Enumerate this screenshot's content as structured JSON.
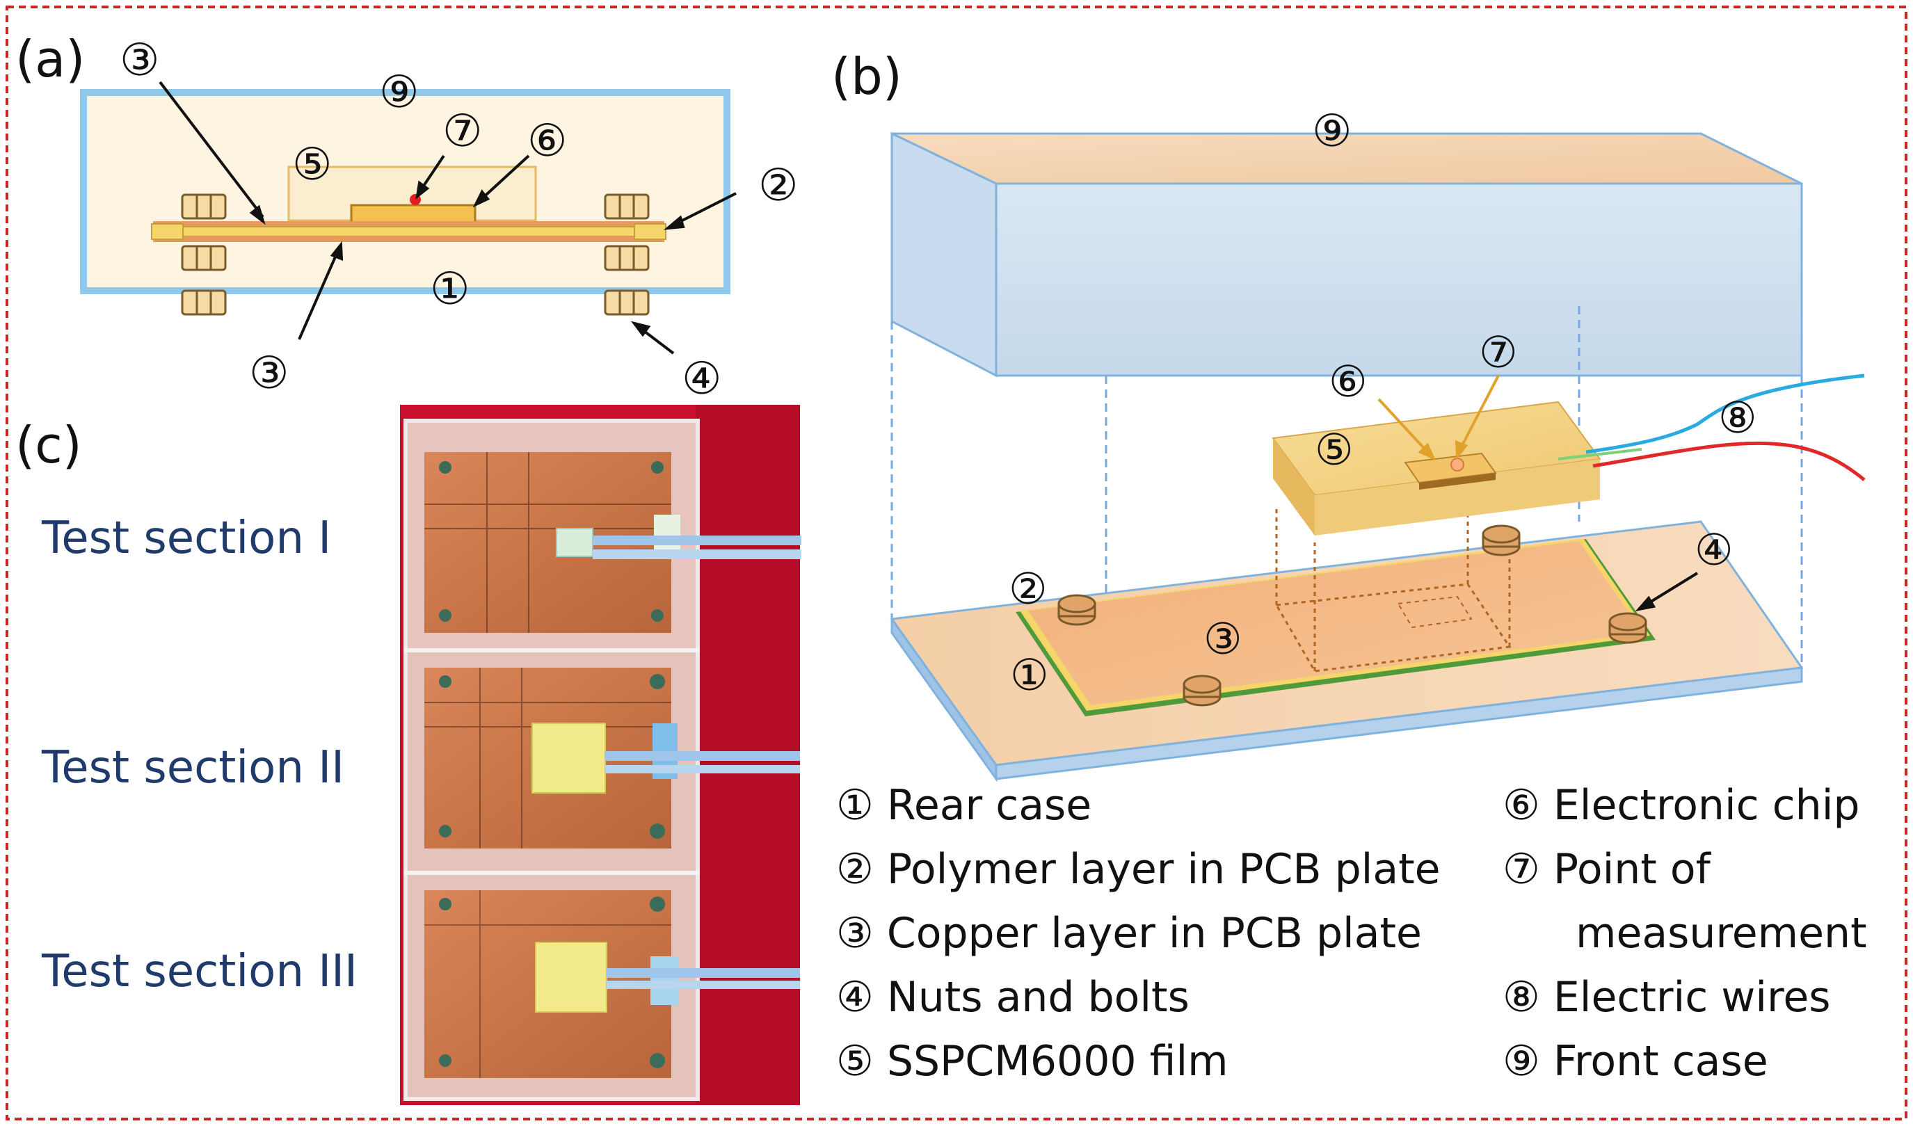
{
  "panels": {
    "a": {
      "label": "(a)"
    },
    "b": {
      "label": "(b)"
    },
    "c": {
      "label": "(c)"
    }
  },
  "markers": {
    "m1": "①",
    "m2": "②",
    "m3": "③",
    "m4": "④",
    "m5": "⑤",
    "m6": "⑥",
    "m7": "⑦",
    "m8": "⑧",
    "m9": "⑨"
  },
  "sections": {
    "s1": "Test section I",
    "s2": "Test section II",
    "s3": "Test section III"
  },
  "legend": {
    "l1": "① Rear case",
    "l2": "② Polymer layer in PCB plate",
    "l3": "③ Copper layer in PCB plate",
    "l4": "④ Nuts and bolts",
    "l5": "⑤ SSPCM6000 film",
    "l6": "⑥ Electronic chip",
    "l7a": "⑦ Point of",
    "l7b": "measurement",
    "l8": "⑧ Electric wires",
    "l9": "⑨ Front case"
  },
  "colors": {
    "border": "#c62828",
    "case_blue": "#8ec8ea",
    "case_fill": "#fbf3df",
    "copper": "#e89a5c",
    "polymer": "#f6d66b",
    "pcb_green": "#4f9a3a",
    "chip": "#f4c04f",
    "red_dot": "#e0201f",
    "navy_text": "#1f3a6b",
    "photo_bg": "#c8102e"
  }
}
